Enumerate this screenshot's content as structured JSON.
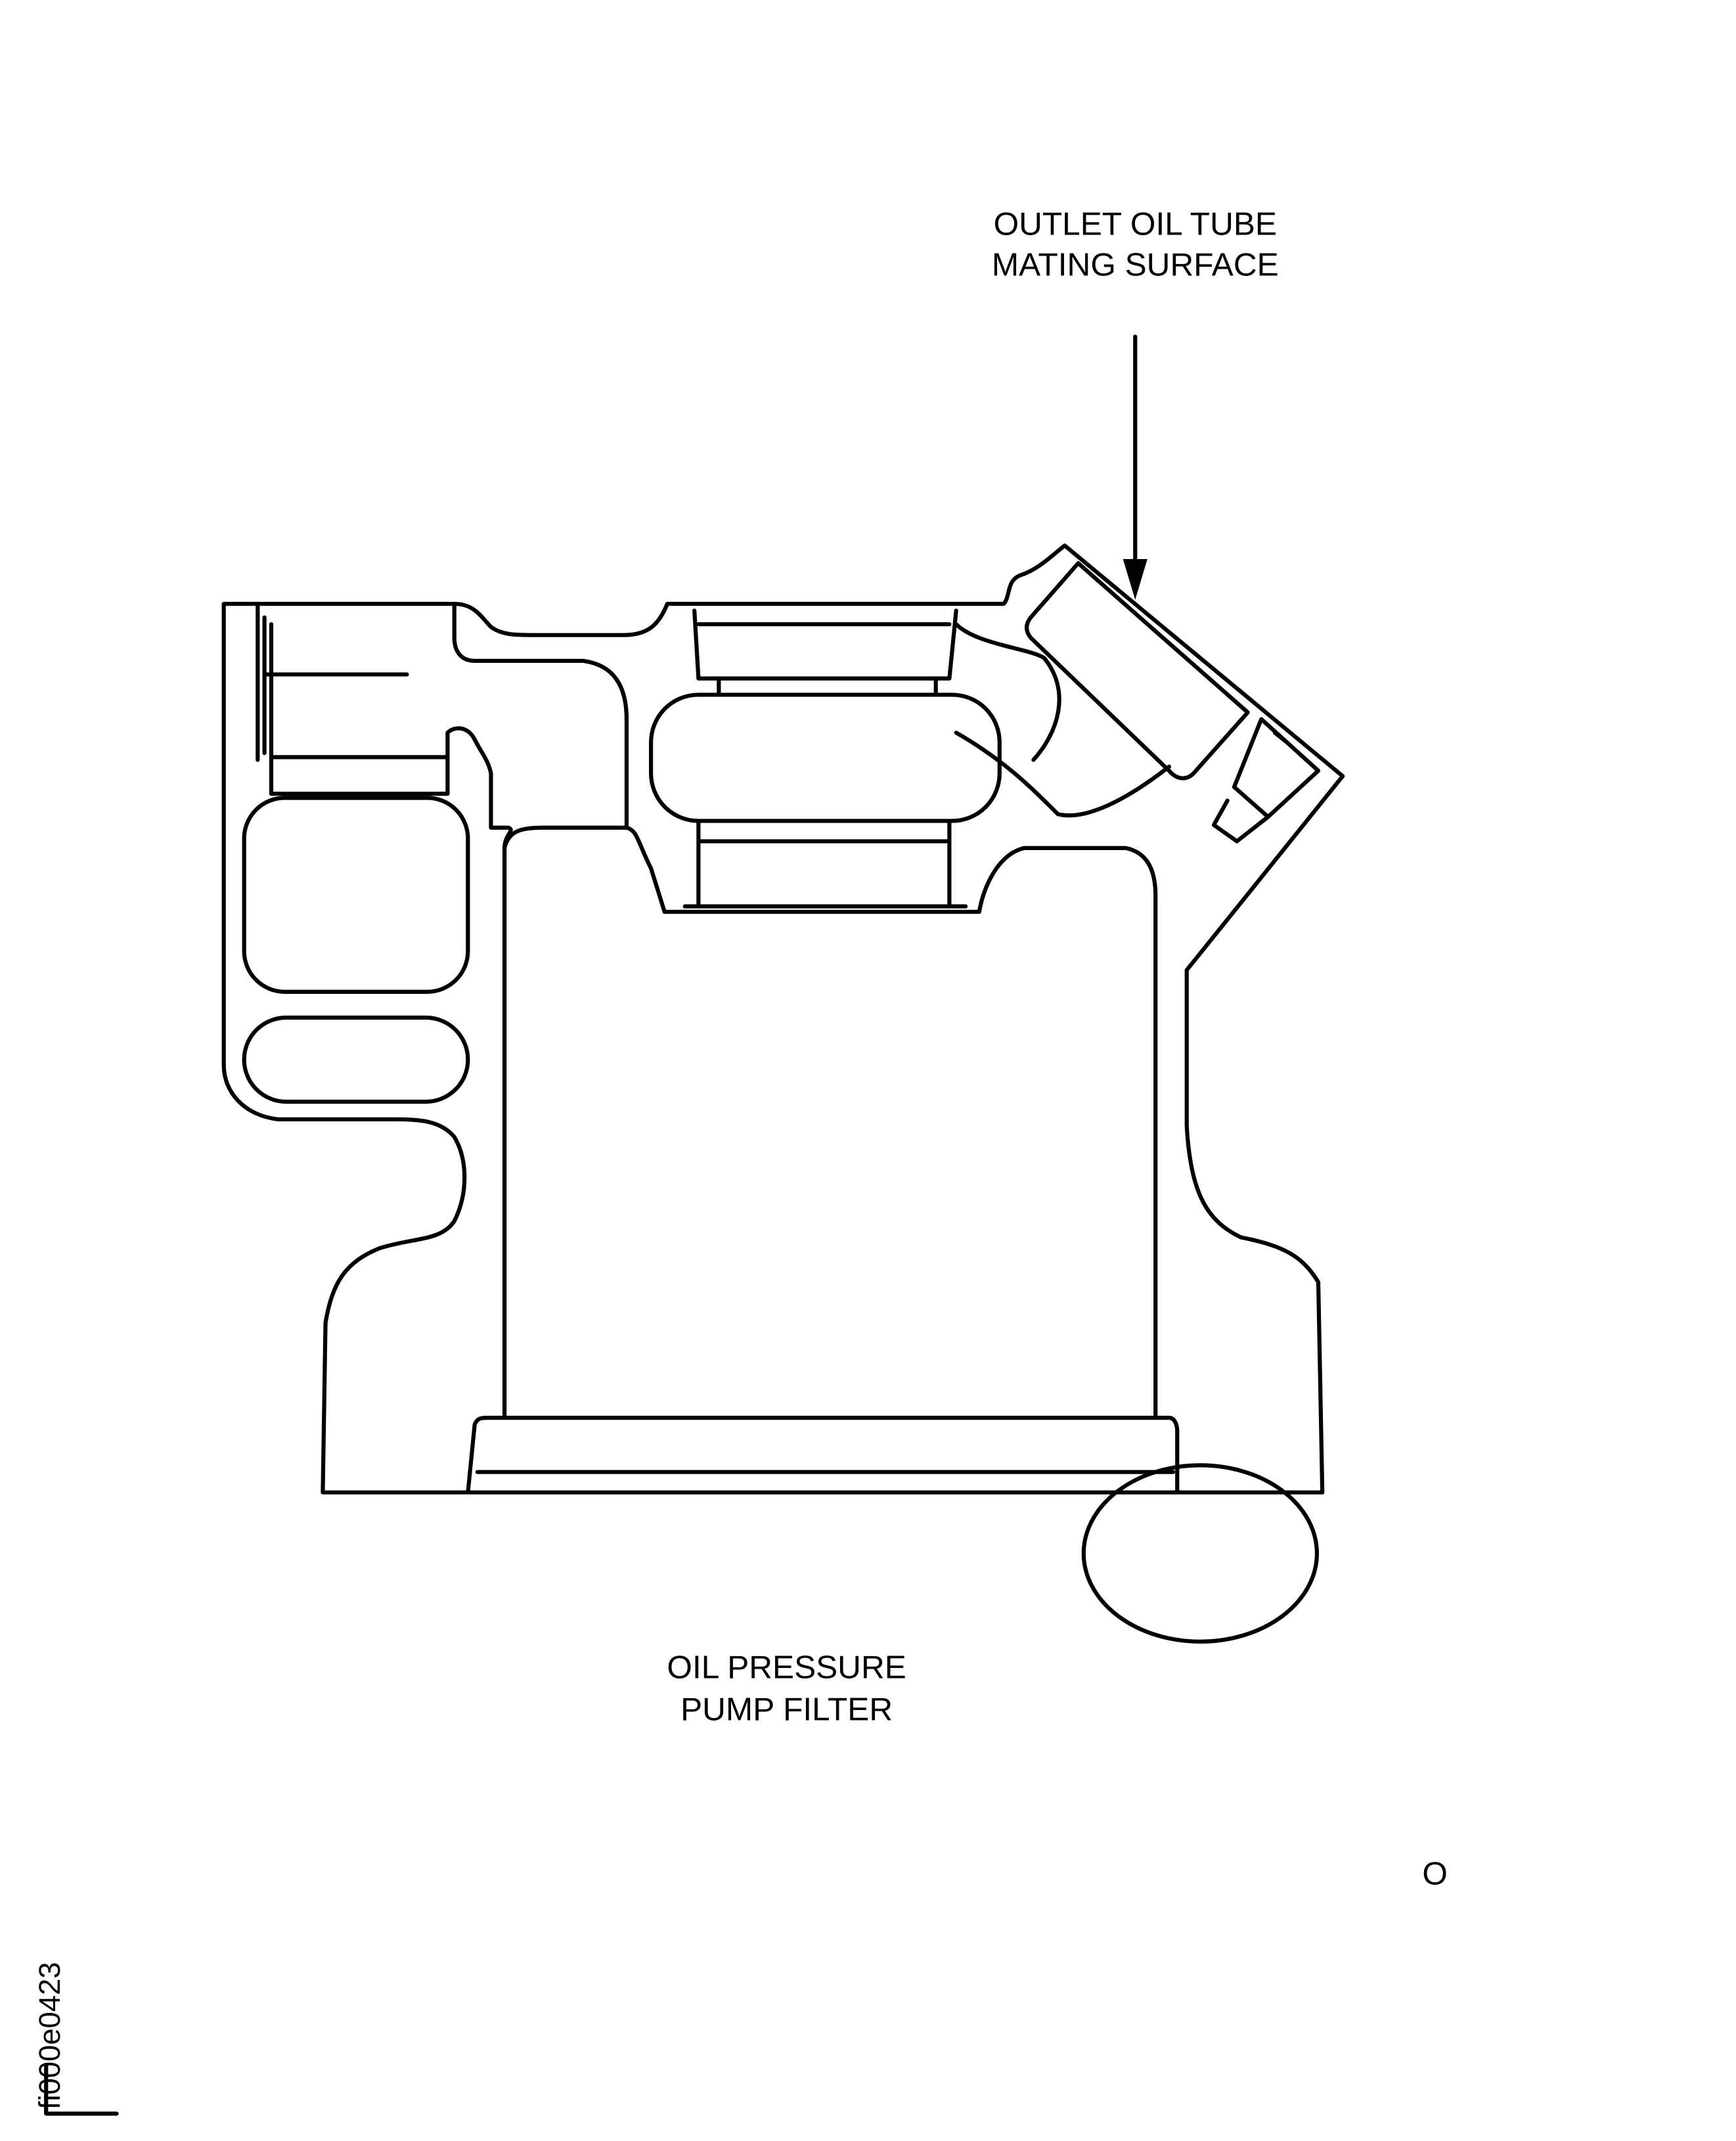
{
  "labels": {
    "outlet_line1": "OUTLET OIL TUBE",
    "outlet_line2": "MATING SURFACE",
    "filter_line1": "OIL PRESSURE",
    "filter_line2": "PUMP FILTER",
    "corner_mark": "O",
    "figure_id": "fi000e0423"
  },
  "colors": {
    "line": "#000000",
    "background": "#ffffff"
  }
}
